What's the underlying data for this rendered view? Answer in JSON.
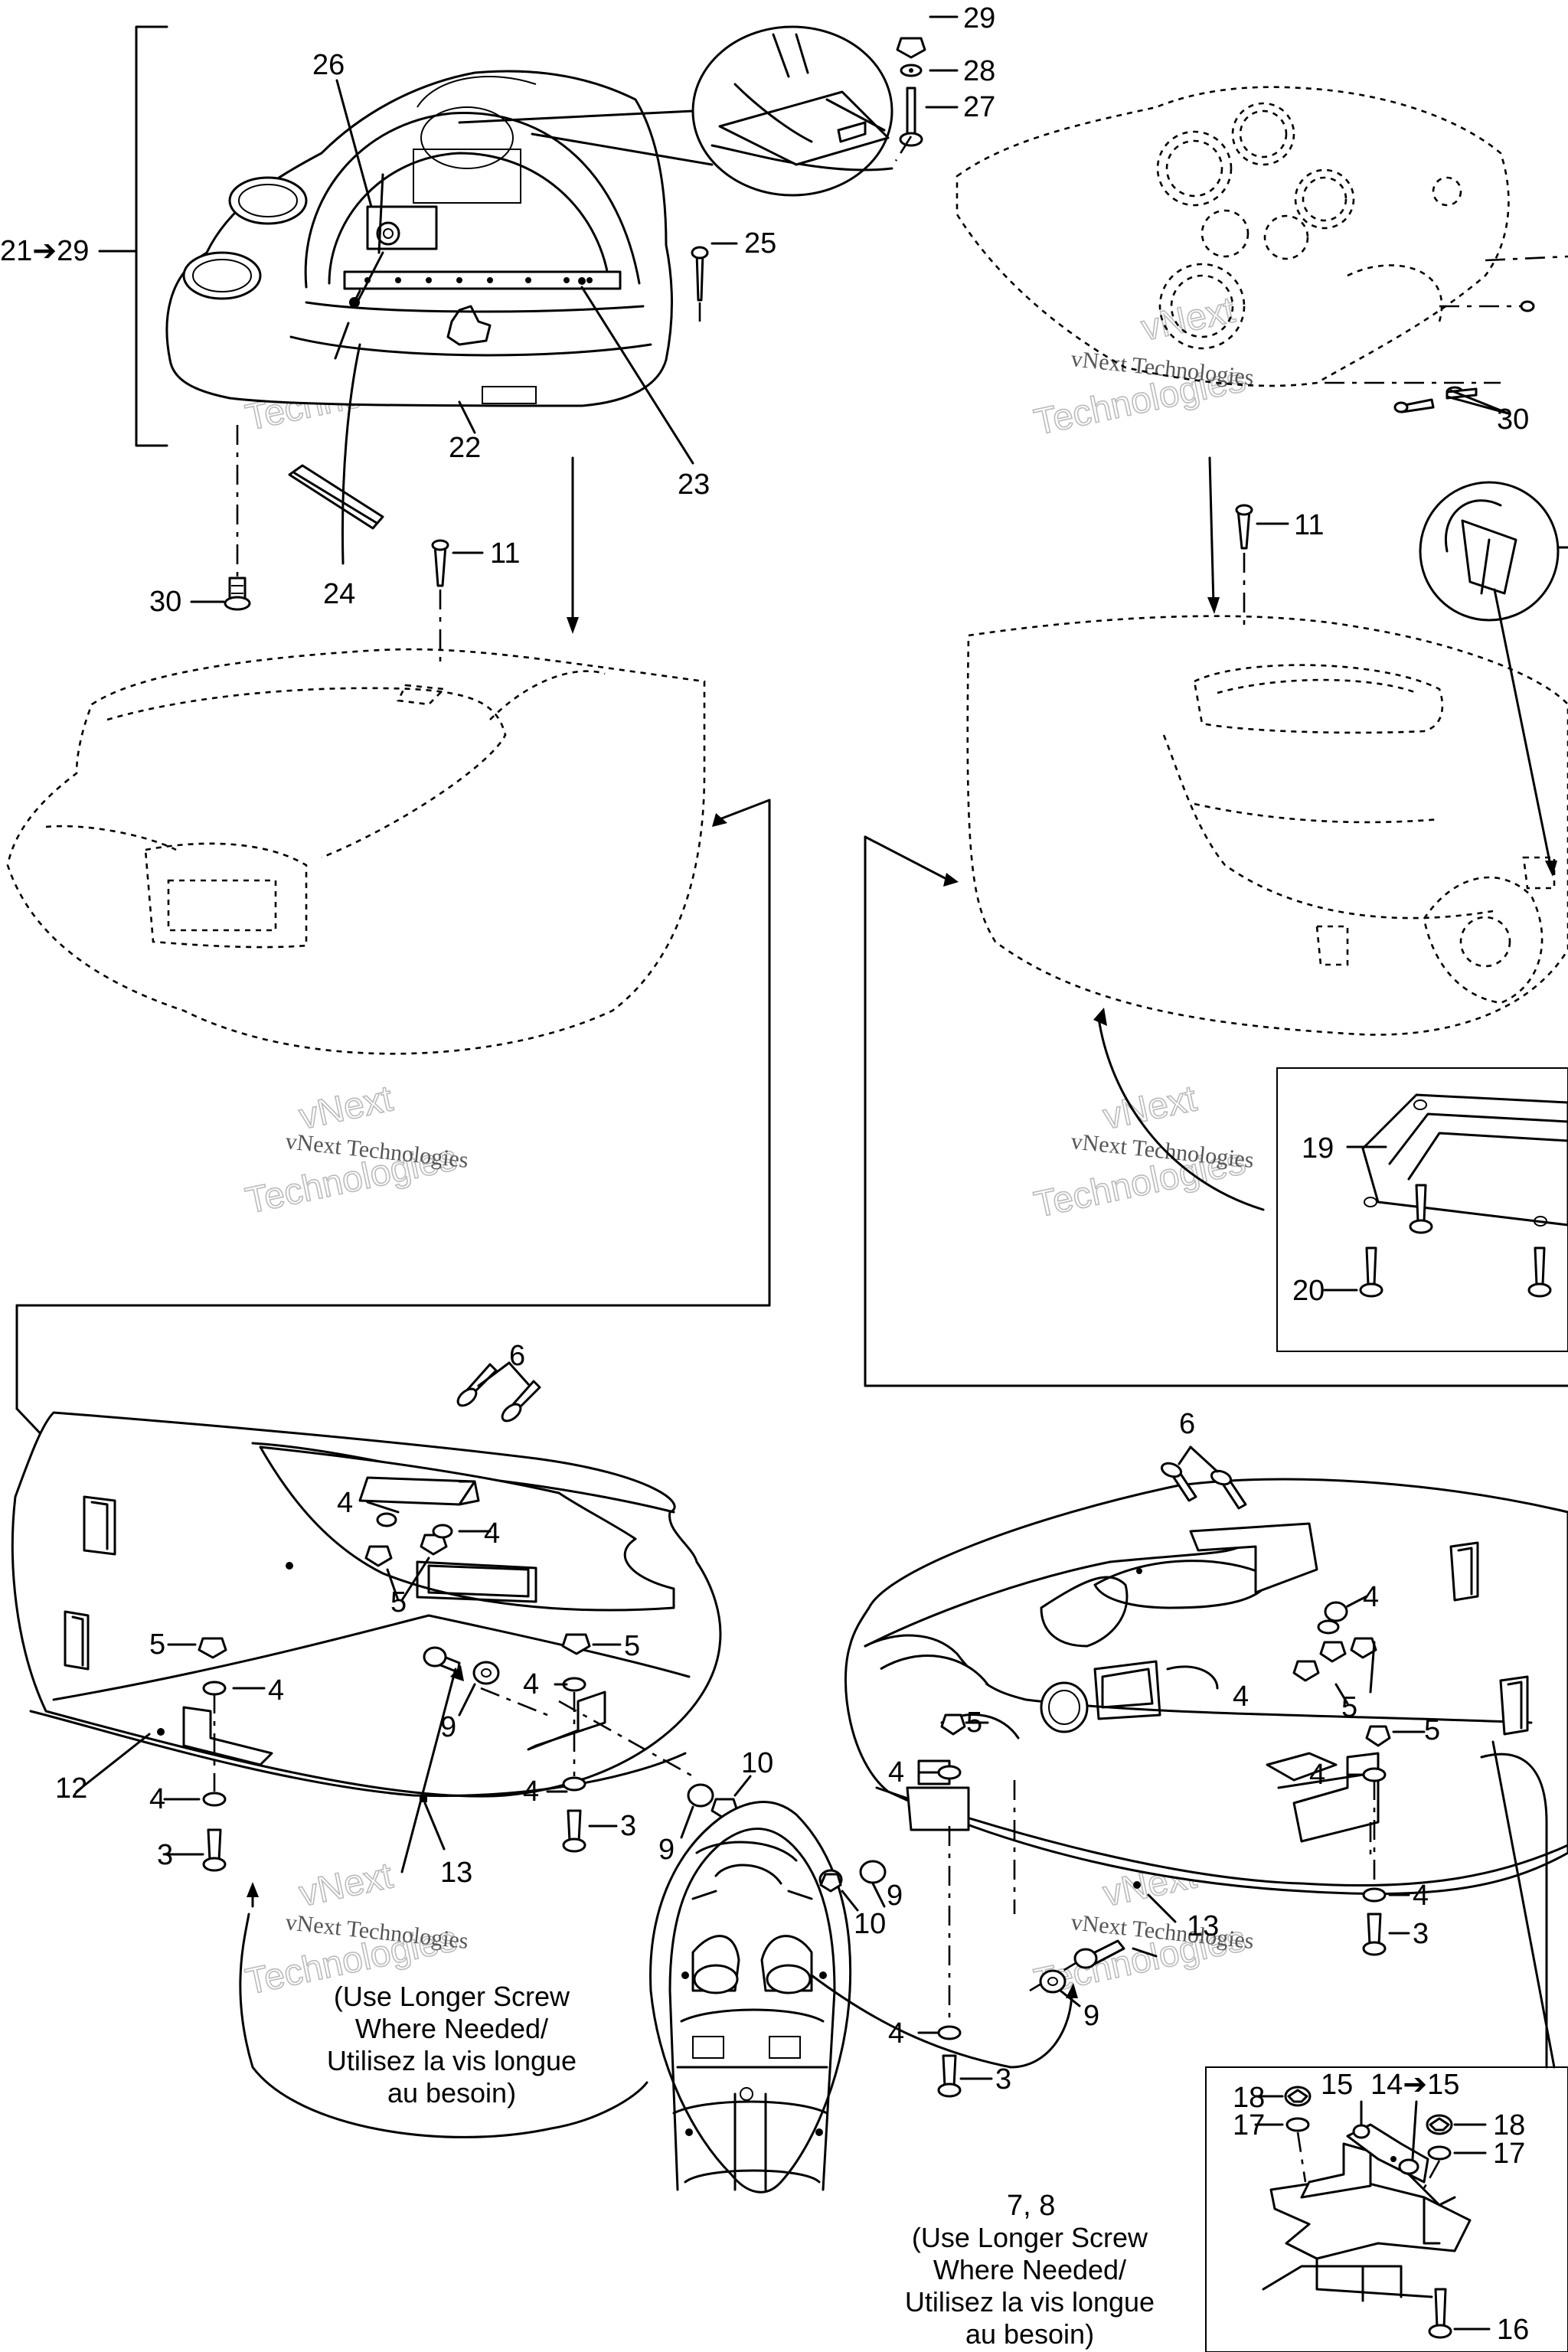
{
  "callouts": {
    "c29": "29",
    "c28": "28",
    "c27": "27",
    "c26": "26",
    "c25": "25",
    "c21_29": "21➔29",
    "c22": "22",
    "c23": "23",
    "c24": "24",
    "c30": "30",
    "c11": "11",
    "c19": "19",
    "c20": "20",
    "c6": "6",
    "c4": "4",
    "c5": "5",
    "c3": "3",
    "c9": "9",
    "c10": "10",
    "c12": "12",
    "c13": "13",
    "c18": "18",
    "c17": "17",
    "c15": "15",
    "c14_15": "14➔15",
    "c16": "16",
    "c7_8": "7, 8"
  },
  "notes": {
    "left": [
      "(Use Longer Screw",
      "Where Needed/",
      "Utilisez la vis longue",
      "au besoin)"
    ],
    "right": [
      "(Use Longer Screw",
      "Where Needed/",
      "Utilisez la vis longue",
      "au besoin)"
    ]
  },
  "watermark": {
    "line1": "vNext Technologies",
    "big_a": "vNext",
    "big_b": "Technologies"
  }
}
